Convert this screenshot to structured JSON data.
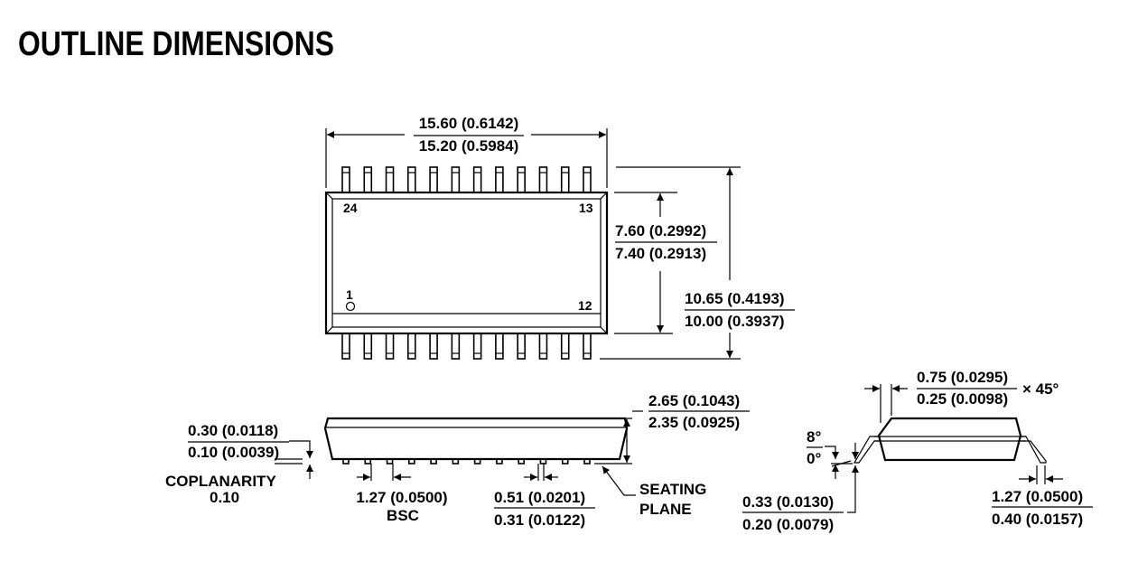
{
  "title": "OUTLINE DIMENSIONS",
  "top_view": {
    "pin_count_per_side": 12,
    "pin_labels": {
      "top_left": "24",
      "top_right": "13",
      "bottom_left": "1",
      "bottom_right": "12"
    },
    "length": {
      "max": "15.60 (0.6142)",
      "min": "15.20 (0.5984)"
    },
    "body_width": {
      "max": "7.60 (0.2992)",
      "min": "7.40 (0.2913)"
    },
    "overall_width": {
      "max": "10.65 (0.4193)",
      "min": "10.00 (0.3937)"
    }
  },
  "side_view": {
    "coplanarity_standoff": {
      "max": "0.30 (0.0118)",
      "min": "0.10 (0.0039)"
    },
    "coplanarity_label": "COPLANARITY",
    "coplanarity_value": "0.10",
    "pitch": {
      "value": "1.27 (0.0500)",
      "note": "BSC"
    },
    "lead_width": {
      "max": "0.51 (0.0201)",
      "min": "0.31 (0.0122)"
    },
    "height": {
      "max": "2.65 (0.1043)",
      "min": "2.35 (0.0925)"
    },
    "seating_plane": [
      "SEATING",
      "PLANE"
    ]
  },
  "end_view": {
    "chamfer": {
      "max": "0.75 (0.0295)",
      "min": "0.25 (0.0098)",
      "suffix": "× 45°"
    },
    "angle": {
      "max": "8°",
      "min": "0°"
    },
    "lead_thickness": {
      "max": "0.33 (0.0130)",
      "min": "0.20 (0.0079)"
    },
    "foot_length": {
      "max": "1.27 (0.0500)",
      "min": "0.40 (0.0157)"
    }
  }
}
